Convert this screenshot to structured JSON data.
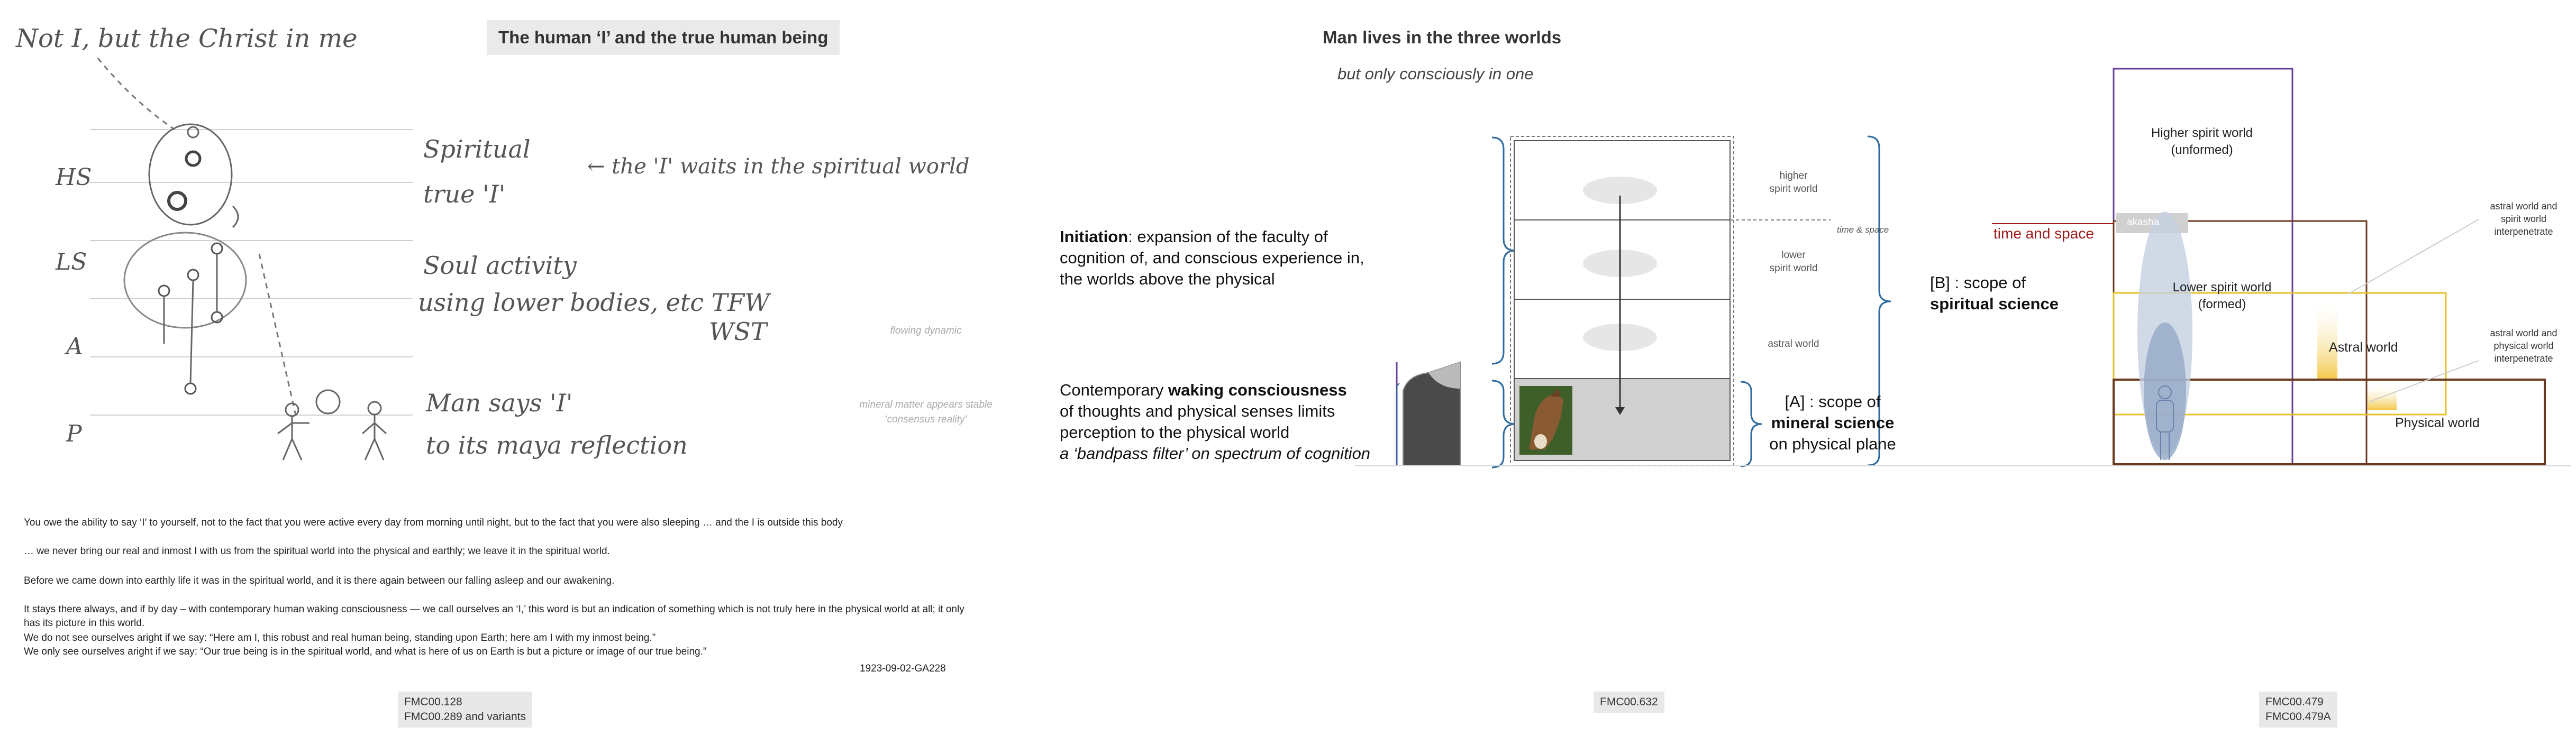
{
  "left_panel": {
    "title": "The human ‘I’ and the true human being",
    "handwritten": {
      "header": "Not I, but the Christ in me",
      "levels": [
        "HS",
        "LS",
        "A",
        "P"
      ],
      "hs_text_1": "Spiritual",
      "hs_text_2": "true 'I'",
      "hs_arrow": "← the 'I' waits in the spiritual world",
      "ls_text_1": "Soul activity",
      "ls_text_2": "using lower bodies, etc TFW",
      "ls_text_3": "WST",
      "p_text_1": "Man says 'I'",
      "p_text_2": "to its maya reflection"
    },
    "note_flowing": "flowing dynamic",
    "note_mineral_1": "mineral matter appears stable",
    "note_mineral_2": "‘consensus reality’",
    "quotes": [
      "You owe the ability to say ‘I’ to yourself, not to the fact that you were active every day from morning until night, but to the fact that you were also sleeping … and the I is outside this body",
      "… we never bring our real and inmost I with us from the spiritual world into the physical and earthly; we leave it in the spiritual world.",
      "Before we came down into earthly life it was in the spiritual world, and it is there again between our falling asleep and our awakening.",
      "It stays there always, and if by day – with contemporary human waking consciousness — we call ourselves an ‘I,’ this word is but an indication of something which is not truly here in the physical world at all; it only has its picture in this world.",
      "We do not see ourselves aright if we say: “Here am I, this robust and real human being, standing upon Earth; here am I with my inmost being.”",
      "We only see ourselves aright if we say: “Our true being is in the spiritual world, and what is here of us on Earth is but a picture or image of our true being.”"
    ],
    "reference": "1923-09-02-GA228",
    "fmc": [
      "FMC00.128",
      "FMC00.289 and variants"
    ]
  },
  "middle_panel": {
    "title": "Man lives in the three worlds",
    "subtitle": "but only consciously in one",
    "initiation_bold": "Initiation",
    "initiation_rest_1": ": expansion of the faculty of",
    "initiation_rest_2": "cognition of, and conscious experience in,",
    "initiation_rest_3": "the worlds above the physical",
    "waking_pre": "Contemporary ",
    "waking_bold": "waking consciousness",
    "waking_line_2": "of thoughts and physical senses limits",
    "waking_line_3": "perception to the physical world",
    "waking_line_4": "a ‘bandpass filter’ on spectrum of cognition",
    "world_higher_1": "higher",
    "world_higher_2": "spirit world",
    "world_lower_1": "lower",
    "world_lower_2": "spirit world",
    "world_astral": "astral world",
    "time_space_small": "time & space",
    "scope_a_1": "[A] : scope of",
    "scope_a_2": "mineral science",
    "scope_a_3": "on physical plane",
    "scope_b_1": "[B] : scope of",
    "scope_b_2": "spiritual science",
    "fmc": "FMC00.632"
  },
  "right_panel": {
    "higher_spirit_1": "Higher spirit world",
    "higher_spirit_2": "(unformed)",
    "akasha": "akasha",
    "time_and_space": "time and space",
    "lower_spirit_1": "Lower spirit world",
    "lower_spirit_2": "(formed)",
    "astral_world": "Astral world",
    "physical_world": "Physical world",
    "note_astral_spirit": [
      "astral world and",
      "spirit world",
      "interpenetrate"
    ],
    "note_astral_physical": [
      "astral world and",
      "physical world",
      "interpenetrate"
    ],
    "fmc": [
      "FMC00.479",
      "FMC00.479A"
    ]
  },
  "colors": {
    "blue_brace": "#2d6a9f",
    "purple": "#6a3f9a",
    "brown": "#6b3a1e",
    "gold": "#e8c02a",
    "dark_red": "#a01c1c"
  }
}
